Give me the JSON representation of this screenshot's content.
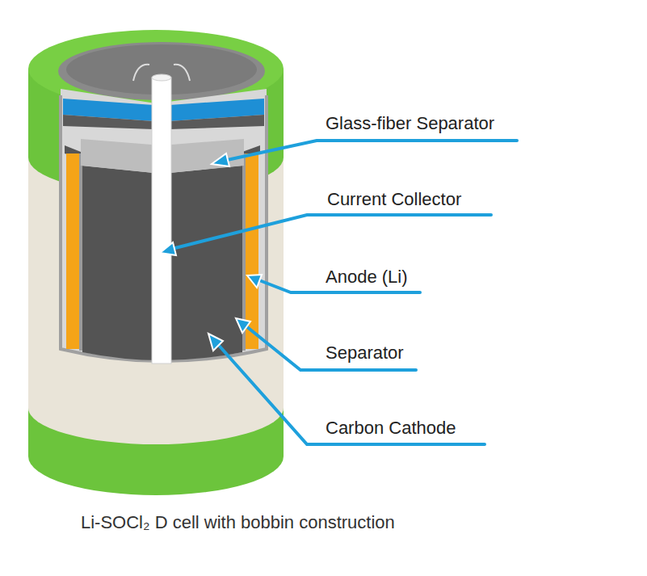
{
  "diagram": {
    "caption": "Li-SOCl₂ D cell with bobbin construction",
    "labels": [
      "Glass-fiber Separator",
      "Current Collector",
      "Anode (Li)",
      "Separator",
      "Carbon Cathode"
    ]
  }
}
